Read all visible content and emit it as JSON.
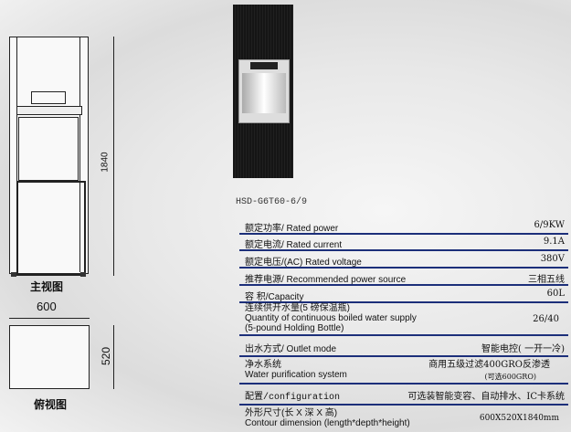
{
  "drawing": {
    "front_height": "1840",
    "front_label": "主视图",
    "top_width": "600",
    "top_depth": "520",
    "top_label": "俯视图"
  },
  "product": {
    "model": "HSD-G6T60-6/9"
  },
  "specs": [
    {
      "label": "额定功率/ Rated power",
      "value": "6/9KW"
    },
    {
      "label": "额定电流/ Rated current",
      "value": "9.1A"
    },
    {
      "label": "额定电压/(AC) Rated voltage",
      "value": "380V"
    },
    {
      "label": "推荐电源/ Recommended power source",
      "value": "三相五线"
    },
    {
      "label": "容 积/Capacity",
      "value": "60L"
    },
    {
      "label": "连续供开水量(5 磅保温瓶)",
      "label2": "Quantity of continuous boiled water supply",
      "label3": "(5-pound Holding Bottle)",
      "value": "26/40"
    },
    {
      "label": "出水方式/ Outlet mode",
      "value": "智能电控( 一开一冷)"
    },
    {
      "label": "净水系统",
      "label2": "Water purification system",
      "value": "商用五级过滤400GRO反渗透",
      "value2": "(可选600GRO)"
    },
    {
      "label": "配置/configuration",
      "value": "可选装智能变容、自动排水、IC卡系统"
    },
    {
      "label": "外形尺寸(长 X 深 X 高)",
      "label2": "Contour dimension (length*depth*height)",
      "value": "600X520X1840mm"
    }
  ],
  "colors": {
    "rule": "#1c2f7a",
    "machine": "#1b1b1b"
  }
}
